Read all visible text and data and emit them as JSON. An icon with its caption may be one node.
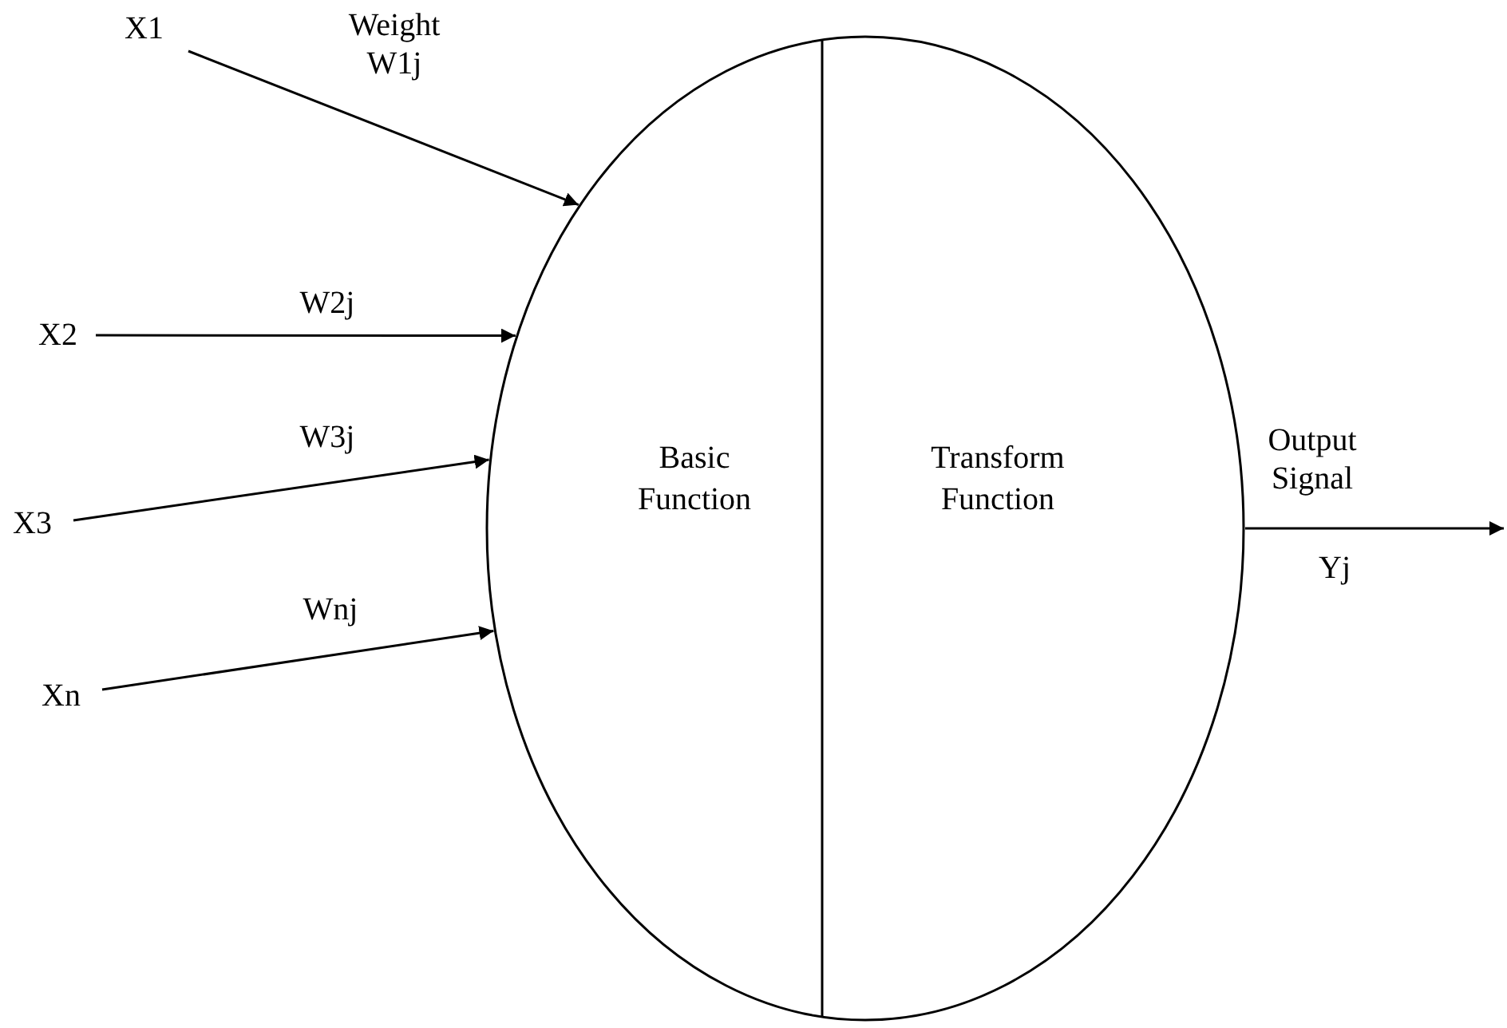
{
  "diagram": {
    "nodes": [
      {
        "text": [
          "X1"
        ]
      },
      {
        "text": [
          "X2"
        ]
      },
      {
        "text": [
          "X3"
        ]
      },
      {
        "text": [
          "Xn"
        ]
      },
      {
        "text": [
          "Basic Function",
          "Transform Function"
        ]
      }
    ],
    "edges": [
      {
        "from": 0,
        "to": 4,
        "arrow": "to",
        "label": "Weight W1j"
      },
      {
        "from": 1,
        "to": 4,
        "arrow": "to",
        "label": "W2j"
      },
      {
        "from": 2,
        "to": 4,
        "arrow": "to",
        "label": "W3j"
      },
      {
        "from": 3,
        "to": 4,
        "arrow": "to",
        "label": "Wnj"
      },
      {
        "from": 4,
        "to": null,
        "arrow": "to",
        "label": "Output Signal"
      }
    ],
    "labels": [
      "Yj"
    ]
  }
}
